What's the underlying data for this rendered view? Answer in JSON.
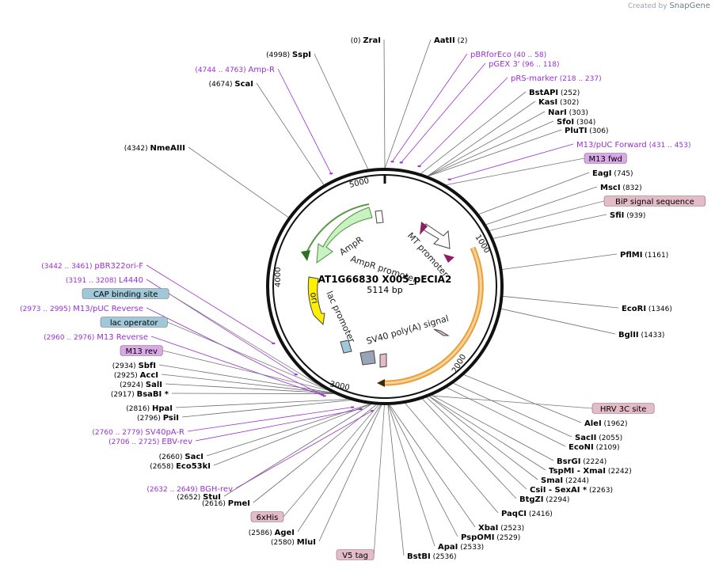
{
  "credit": {
    "prefix": "Created by",
    "brand": "SnapGene"
  },
  "plasmid": {
    "name": "AT1G66830 X005_pECIA2",
    "size_label": "5114 bp",
    "length": 5114
  },
  "ticks": [
    "1000",
    "2000",
    "3000",
    "4000",
    "5000"
  ],
  "colors": {
    "site": "#000000",
    "primer": "#9b30d0",
    "line_site": "#6e6e6e",
    "line_primer": "#9b30d0",
    "feature_pink": "#e3bcc7",
    "feature_blue": "#9fc9d9",
    "feature_purple": "#d9a8e6"
  },
  "sites": [
    {
      "name": "ZraI",
      "pos": "(0)",
      "bp": 0
    },
    {
      "name": "AatII",
      "pos": "(2)",
      "bp": 2
    },
    {
      "name": "BstAPI",
      "pos": "(252)",
      "bp": 252
    },
    {
      "name": "KasI",
      "pos": "(302)",
      "bp": 302
    },
    {
      "name": "NarI",
      "pos": "(303)",
      "bp": 303
    },
    {
      "name": "SfoI",
      "pos": "(304)",
      "bp": 304
    },
    {
      "name": "PluTI",
      "pos": "(306)",
      "bp": 306
    },
    {
      "name": "EagI",
      "pos": "(745)",
      "bp": 745
    },
    {
      "name": "MscI",
      "pos": "(832)",
      "bp": 832
    },
    {
      "name": "SfiI",
      "pos": "(939)",
      "bp": 939
    },
    {
      "name": "PflMI",
      "pos": "(1161)",
      "bp": 1161
    },
    {
      "name": "EcoRI",
      "pos": "(1346)",
      "bp": 1346
    },
    {
      "name": "BglII",
      "pos": "(1433)",
      "bp": 1433
    },
    {
      "name": "AleI",
      "pos": "(1962)",
      "bp": 1962
    },
    {
      "name": "SacII",
      "pos": "(2055)",
      "bp": 2055
    },
    {
      "name": "EcoNI",
      "pos": "(2109)",
      "bp": 2109
    },
    {
      "name": "BsrGI",
      "pos": "(2224)",
      "bp": 2224
    },
    {
      "name": "TspMI - XmaI",
      "pos": "(2242)",
      "bp": 2242
    },
    {
      "name": "SmaI",
      "pos": "(2244)",
      "bp": 2244
    },
    {
      "name": "CsiI - SexAI *",
      "pos": "(2263)",
      "bp": 2263
    },
    {
      "name": "BtgZI",
      "pos": "(2294)",
      "bp": 2294
    },
    {
      "name": "PaqCI",
      "pos": "(2416)",
      "bp": 2416
    },
    {
      "name": "XbaI",
      "pos": "(2523)",
      "bp": 2523
    },
    {
      "name": "PspOMI",
      "pos": "(2529)",
      "bp": 2529
    },
    {
      "name": "ApaI",
      "pos": "(2533)",
      "bp": 2533
    },
    {
      "name": "BstBI",
      "pos": "(2536)",
      "bp": 2536
    },
    {
      "name": "MluI",
      "pos": "(2580)",
      "bp": 2580
    },
    {
      "name": "AgeI",
      "pos": "(2586)",
      "bp": 2586
    },
    {
      "name": "PmeI",
      "pos": "(2616)",
      "bp": 2616
    },
    {
      "name": "StuI",
      "pos": "(2652)",
      "bp": 2652
    },
    {
      "name": "Eco53kI",
      "pos": "(2658)",
      "bp": 2658
    },
    {
      "name": "SacI",
      "pos": "(2660)",
      "bp": 2660
    },
    {
      "name": "PsiI",
      "pos": "(2796)",
      "bp": 2796
    },
    {
      "name": "HpaI",
      "pos": "(2816)",
      "bp": 2816
    },
    {
      "name": "BsaBI *",
      "pos": "(2917)",
      "bp": 2917
    },
    {
      "name": "SalI",
      "pos": "(2924)",
      "bp": 2924
    },
    {
      "name": "AccI",
      "pos": "(2925)",
      "bp": 2925
    },
    {
      "name": "SbfI",
      "pos": "(2934)",
      "bp": 2934
    },
    {
      "name": "NmeAIII",
      "pos": "(4342)",
      "bp": 4342
    },
    {
      "name": "ScaI",
      "pos": "(4674)",
      "bp": 4674
    },
    {
      "name": "SspI",
      "pos": "(4998)",
      "bp": 4998
    }
  ],
  "primers": [
    {
      "name": "pBRforEco",
      "pos": "(40 .. 58)",
      "bp": 49
    },
    {
      "name": "pGEX 3'",
      "pos": "(96 .. 118)",
      "bp": 107
    },
    {
      "name": "pRS-marker",
      "pos": "(218 .. 237)",
      "bp": 227
    },
    {
      "name": "M13/pUC Forward",
      "pos": "(431 .. 453)",
      "bp": 442
    },
    {
      "name": "EBV-rev",
      "pos": "(2706 .. 2725)",
      "bp": 2715
    },
    {
      "name": "SV40pA-R",
      "pos": "(2760 .. 2779)",
      "bp": 2770
    },
    {
      "name": "BGH-rev",
      "pos": "(2632 .. 2649)",
      "bp": 2640
    },
    {
      "name": "M13 Reverse",
      "pos": "(2960 .. 2976)",
      "bp": 2968
    },
    {
      "name": "M13/pUC Reverse",
      "pos": "(2973 .. 2995)",
      "bp": 2984
    },
    {
      "name": "L4440",
      "pos": "(3191 .. 3208)",
      "bp": 3200
    },
    {
      "name": "pBR322ori-F",
      "pos": "(3442 .. 3461)",
      "bp": 3451
    },
    {
      "name": "Amp-R",
      "pos": "(4744 .. 4763)",
      "bp": 4753
    }
  ],
  "feature_boxes": [
    {
      "name": "M13 fwd",
      "color": "#d9a8e6",
      "bp": 442
    },
    {
      "name": "BiP signal sequence",
      "color": "#e3bcc7",
      "bp": 880
    },
    {
      "name": "HRV 3C site",
      "color": "#e3bcc7",
      "bp": 2230
    },
    {
      "name": "V5 tag",
      "color": "#e3bcc7",
      "bp": 2560
    },
    {
      "name": "6xHis",
      "color": "#e3bcc7",
      "bp": 2600
    },
    {
      "name": "M13 rev",
      "color": "#d9a8e6",
      "bp": 2975
    },
    {
      "name": "lac operator",
      "color": "#9fc9d9",
      "bp": 3000
    },
    {
      "name": "CAP binding site",
      "color": "#9fc9d9",
      "bp": 3040
    }
  ],
  "inner_features": [
    {
      "name": "AmpR",
      "color": "#c8f2c0"
    },
    {
      "name": "AmpR promoter",
      "color": "#ffffff"
    },
    {
      "name": "ori",
      "color": "#ffef00"
    },
    {
      "name": "lac promoter",
      "color": "#ffffff"
    },
    {
      "name": "MT promoter",
      "color": "#ffffff"
    },
    {
      "name": "SV40 poly(A) signal",
      "color": "#9aa3b8"
    },
    {
      "name": "cds",
      "color": "#f0c27a"
    }
  ]
}
